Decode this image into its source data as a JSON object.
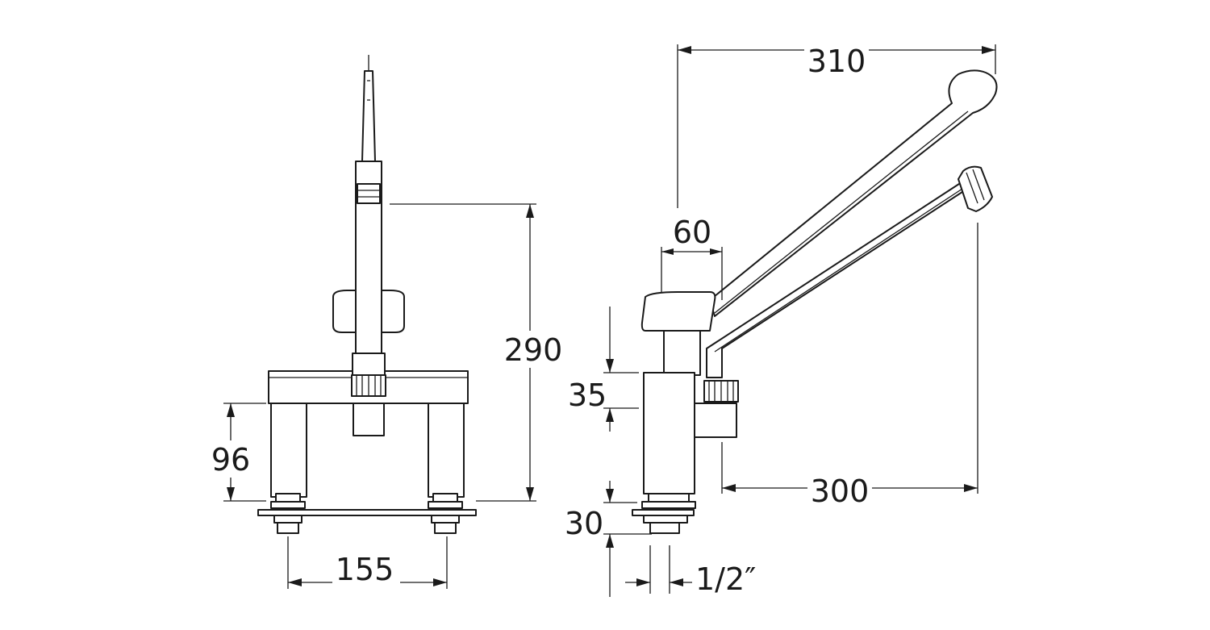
{
  "dimensions": {
    "front_height": "290",
    "front_leg_height": "96",
    "front_center_distance": "155",
    "side_handle_reach": "310",
    "side_body_width": "60",
    "side_spout_reach": "300",
    "side_block_height": "35",
    "side_shank_length": "30",
    "side_thread": "1/2″"
  },
  "colors": {
    "line": "#1a1a1a",
    "background": "#ffffff"
  }
}
